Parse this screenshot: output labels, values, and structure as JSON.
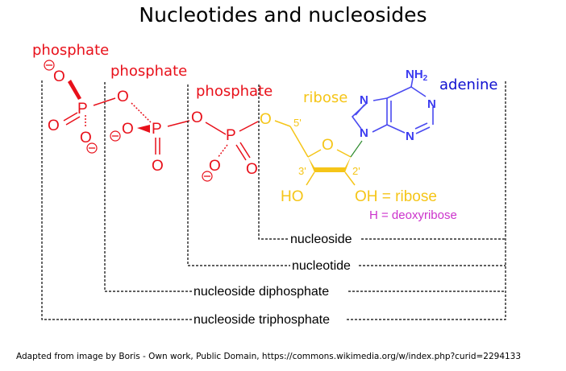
{
  "title": "Nucleotides and nucleosides",
  "labels": {
    "phosphate_1": "phosphate",
    "phosphate_2": "phosphate",
    "phosphate_3": "phosphate",
    "ribose": "ribose",
    "adenine": "adenine"
  },
  "atoms": {
    "O": "O",
    "P": "P",
    "N": "N",
    "NH2": "NH",
    "NH2_sub": "2",
    "HO": "HO",
    "OH_ribose": "OH = ribose",
    "H_deoxyribose": "H = deoxyribose",
    "c5": "5'",
    "c3": "3'",
    "c2": "2'",
    "minus": "−"
  },
  "brackets": {
    "nucleoside": "nucleoside",
    "nucleotide": "nucleotide",
    "diphosphate": "nucleoside diphosphate",
    "triphosphate": "nucleoside triphosphate"
  },
  "footer": "Adapted from image by Boris - Own work, Public Domain, https://commons.wikimedia.org/w/index.php?curid=2294133",
  "colors": {
    "phosphate": "#e8101a",
    "ribose": "#f5c518",
    "adenine": "#3b3bf0",
    "deoxy": "#cc33cc"
  }
}
